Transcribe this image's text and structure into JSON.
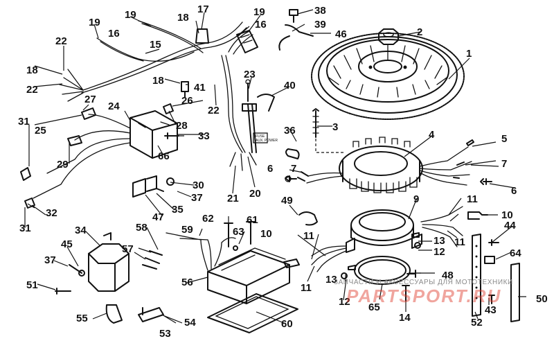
{
  "watermark": {
    "caption": "ЗАПЧАСТИ И АКСЕССУАРЫ ДЛЯ МОТОТЕХНИКИ",
    "logo": "PARTSPORT.RU"
  },
  "tag_text": "FUSE\nAUX. POWER",
  "callouts": [
    {
      "id": "c1",
      "label": "1"
    },
    {
      "id": "c2",
      "label": "2"
    },
    {
      "id": "c3",
      "label": "3"
    },
    {
      "id": "c4",
      "label": "4"
    },
    {
      "id": "c5",
      "label": "5"
    },
    {
      "id": "c6a",
      "label": "6"
    },
    {
      "id": "c6b",
      "label": "6"
    },
    {
      "id": "c7a",
      "label": "7"
    },
    {
      "id": "c7b",
      "label": "7"
    },
    {
      "id": "c9",
      "label": "9"
    },
    {
      "id": "c10a",
      "label": "10"
    },
    {
      "id": "c10b",
      "label": "10"
    },
    {
      "id": "c11a",
      "label": "11"
    },
    {
      "id": "c11b",
      "label": "11"
    },
    {
      "id": "c11c",
      "label": "11"
    },
    {
      "id": "c11d",
      "label": "11"
    },
    {
      "id": "c12a",
      "label": "12"
    },
    {
      "id": "c12b",
      "label": "12"
    },
    {
      "id": "c13a",
      "label": "13"
    },
    {
      "id": "c13b",
      "label": "13"
    },
    {
      "id": "c14",
      "label": "14"
    },
    {
      "id": "c15",
      "label": "15"
    },
    {
      "id": "c16a",
      "label": "16"
    },
    {
      "id": "c16b",
      "label": "16"
    },
    {
      "id": "c17",
      "label": "17"
    },
    {
      "id": "c18a",
      "label": "18"
    },
    {
      "id": "c18b",
      "label": "18"
    },
    {
      "id": "c18c",
      "label": "18"
    },
    {
      "id": "c19a",
      "label": "19"
    },
    {
      "id": "c19b",
      "label": "19"
    },
    {
      "id": "c19c",
      "label": "19"
    },
    {
      "id": "c20",
      "label": "20"
    },
    {
      "id": "c21",
      "label": "21"
    },
    {
      "id": "c22a",
      "label": "22"
    },
    {
      "id": "c22b",
      "label": "22"
    },
    {
      "id": "c22c",
      "label": "22"
    },
    {
      "id": "c23",
      "label": "23"
    },
    {
      "id": "c24",
      "label": "24"
    },
    {
      "id": "c25",
      "label": "25"
    },
    {
      "id": "c26",
      "label": "26"
    },
    {
      "id": "c27",
      "label": "27"
    },
    {
      "id": "c28",
      "label": "28"
    },
    {
      "id": "c29",
      "label": "29"
    },
    {
      "id": "c30",
      "label": "30"
    },
    {
      "id": "c31a",
      "label": "31"
    },
    {
      "id": "c31b",
      "label": "31"
    },
    {
      "id": "c32",
      "label": "32"
    },
    {
      "id": "c33",
      "label": "33"
    },
    {
      "id": "c34",
      "label": "34"
    },
    {
      "id": "c35",
      "label": "35"
    },
    {
      "id": "c36",
      "label": "36"
    },
    {
      "id": "c37a",
      "label": "37"
    },
    {
      "id": "c37b",
      "label": "37"
    },
    {
      "id": "c38",
      "label": "38"
    },
    {
      "id": "c39",
      "label": "39"
    },
    {
      "id": "c40",
      "label": "40"
    },
    {
      "id": "c41",
      "label": "41"
    },
    {
      "id": "c43",
      "label": "43"
    },
    {
      "id": "c44",
      "label": "44"
    },
    {
      "id": "c45",
      "label": "45"
    },
    {
      "id": "c46",
      "label": "46"
    },
    {
      "id": "c47",
      "label": "47"
    },
    {
      "id": "c48",
      "label": "48"
    },
    {
      "id": "c49",
      "label": "49"
    },
    {
      "id": "c50",
      "label": "50"
    },
    {
      "id": "c51",
      "label": "51"
    },
    {
      "id": "c52",
      "label": "52"
    },
    {
      "id": "c53",
      "label": "53"
    },
    {
      "id": "c54",
      "label": "54"
    },
    {
      "id": "c55",
      "label": "55"
    },
    {
      "id": "c56",
      "label": "56"
    },
    {
      "id": "c57",
      "label": "57"
    },
    {
      "id": "c58",
      "label": "58"
    },
    {
      "id": "c59",
      "label": "59"
    },
    {
      "id": "c60",
      "label": "60"
    },
    {
      "id": "c61",
      "label": "61"
    },
    {
      "id": "c62",
      "label": "62"
    },
    {
      "id": "c63",
      "label": "63"
    },
    {
      "id": "c64",
      "label": "64"
    },
    {
      "id": "c65",
      "label": "65"
    },
    {
      "id": "c66",
      "label": "66"
    }
  ]
}
